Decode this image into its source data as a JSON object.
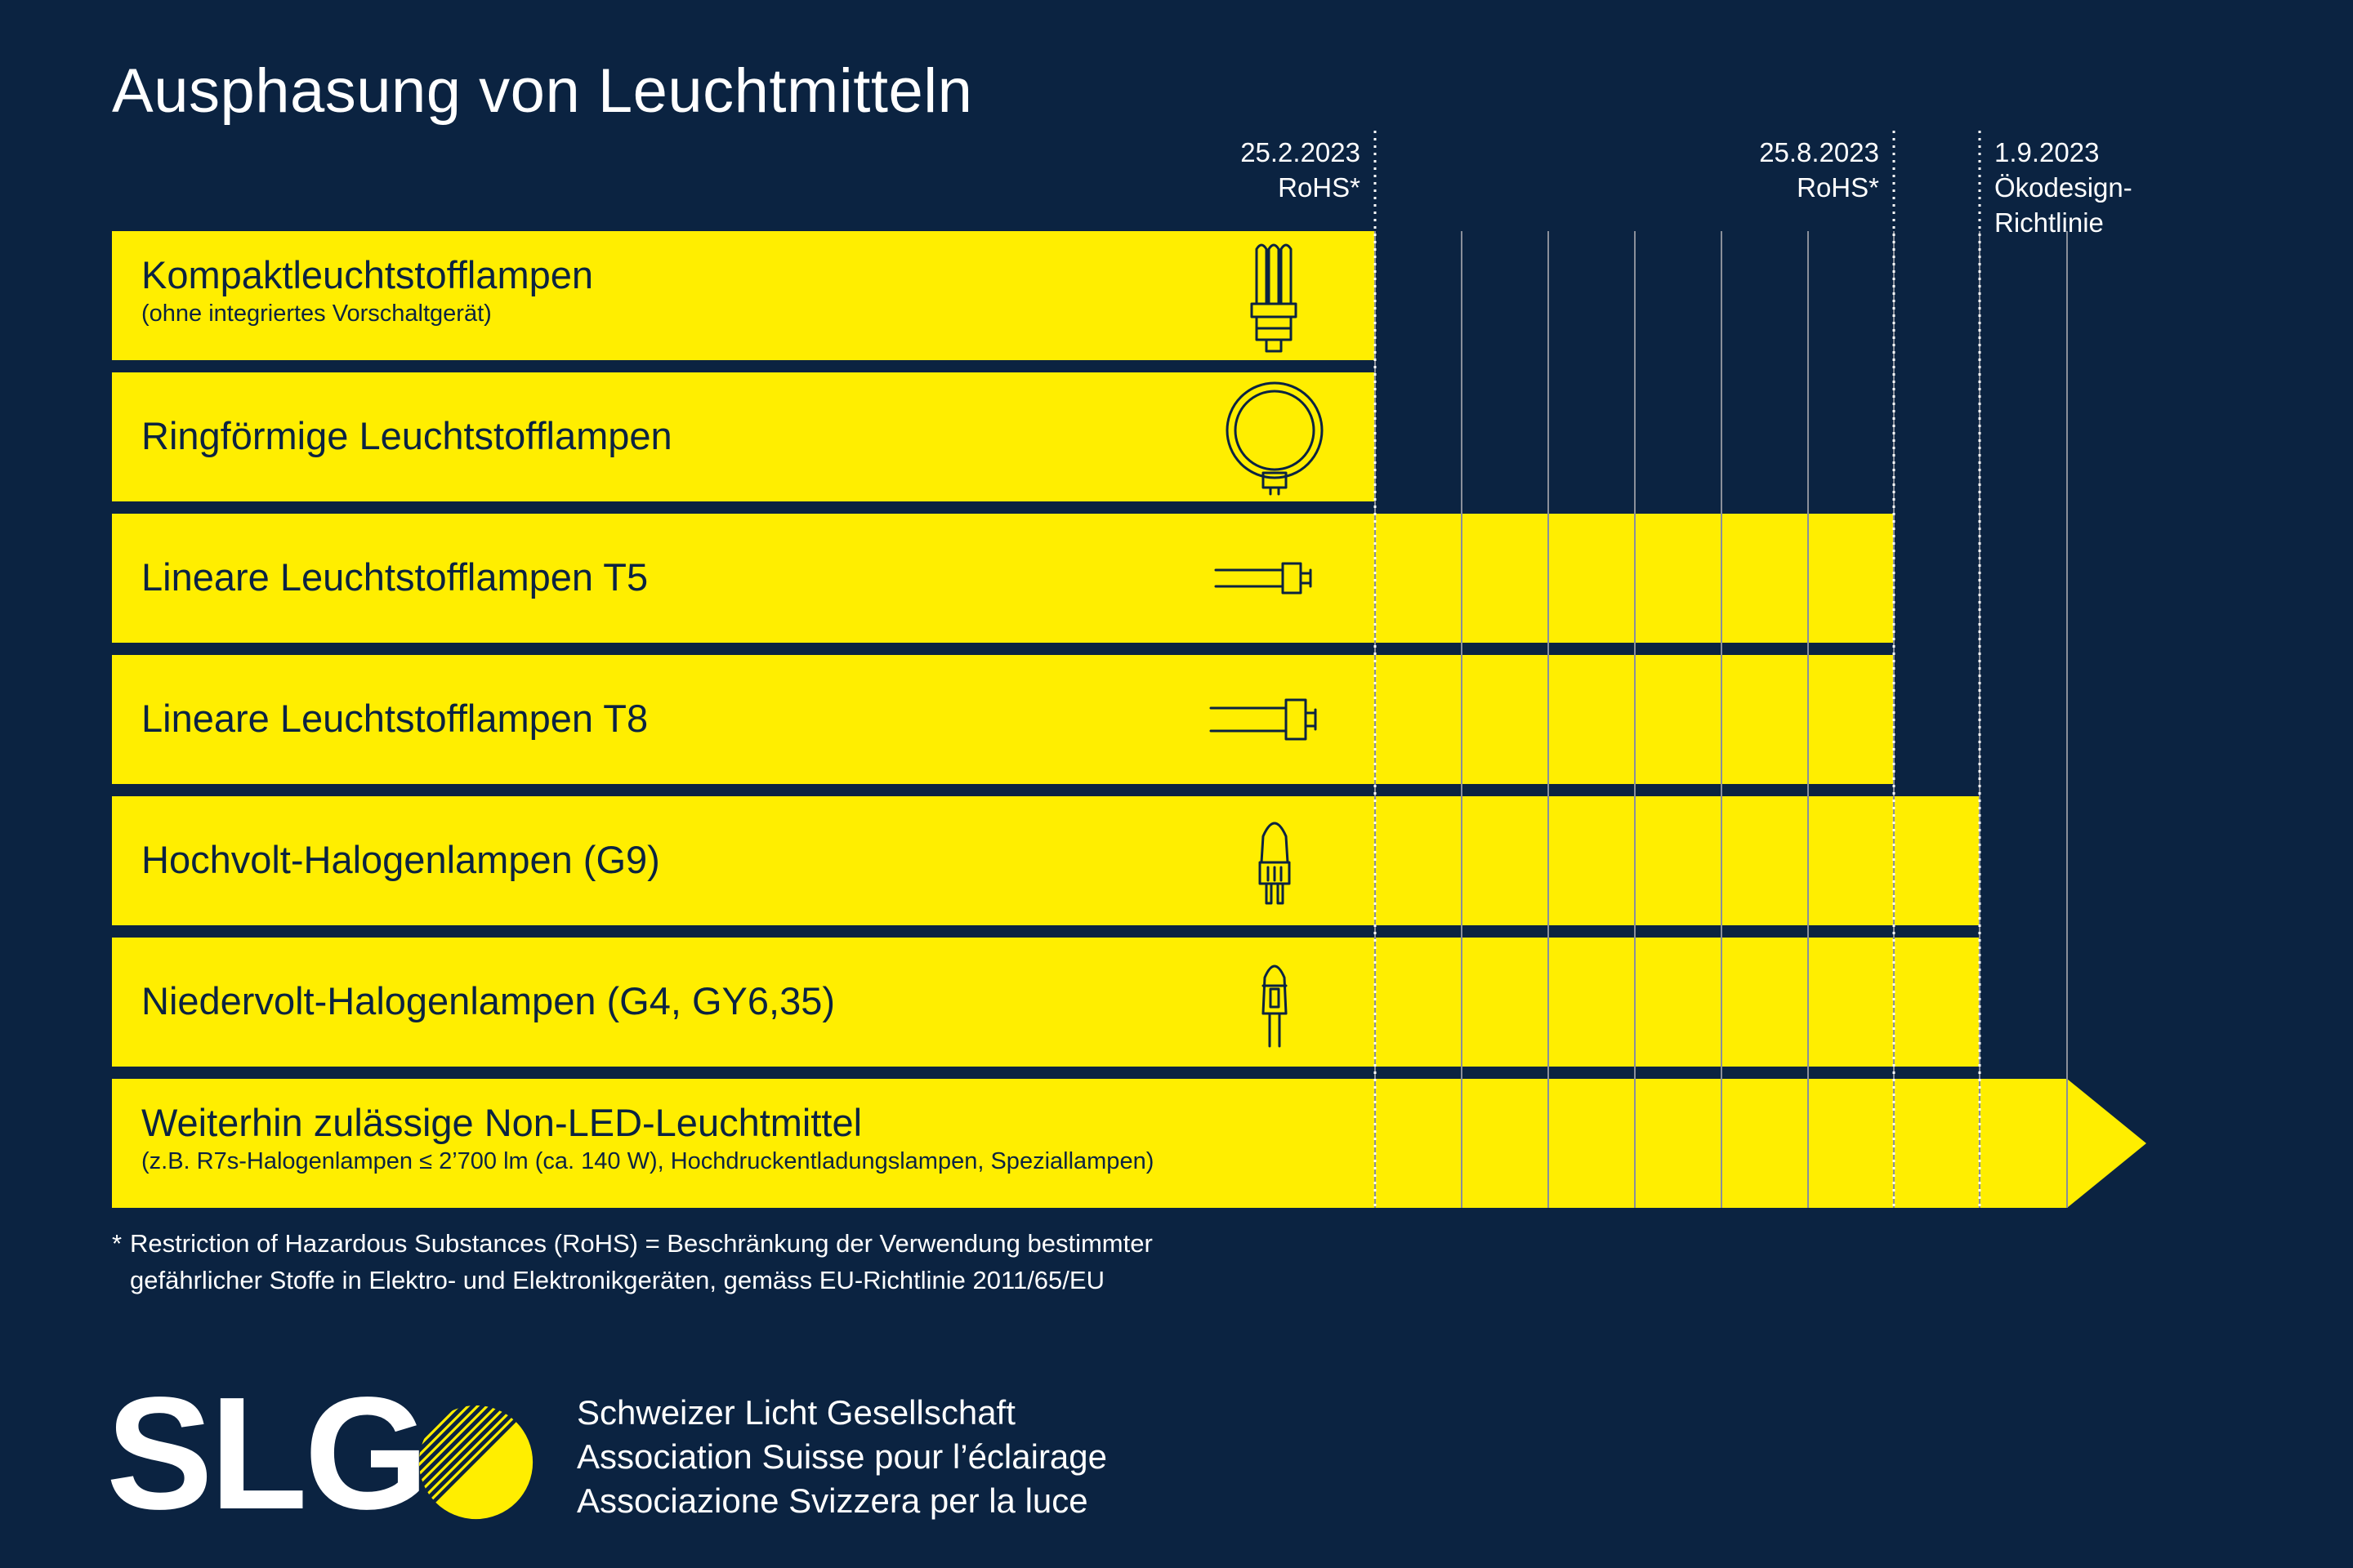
{
  "title": "Ausphasung von Leuchtmitteln",
  "colors": {
    "background": "#0b2341",
    "bar": "#ffee00",
    "bar_text": "#0b2341",
    "text": "#ffffff"
  },
  "milestones": [
    {
      "date": "25.2.2023",
      "label": "RoHS*"
    },
    {
      "date": "25.8.2023",
      "label": "RoHS*"
    },
    {
      "date": "1.9.2023",
      "label": "Ökodesign-\nRichtlinie"
    }
  ],
  "chart_data": {
    "type": "bar",
    "orientation": "horizontal",
    "title": "Ausphasung von Leuchtmitteln",
    "series": [
      {
        "name": "Kompaktleuchtstofflampen",
        "sublabel": "(ohne integriertes Vorschaltgerät)",
        "icon": "compact-fluorescent-lamp-icon",
        "end": "25.2.2023"
      },
      {
        "name": "Ringförmige Leuchtstofflampen",
        "sublabel": "",
        "icon": "ring-fluorescent-lamp-icon",
        "end": "25.2.2023"
      },
      {
        "name": "Lineare Leuchtstofflampen T5",
        "sublabel": "",
        "icon": "linear-tube-t5-icon",
        "end": "25.8.2023"
      },
      {
        "name": "Lineare Leuchtstofflampen T8",
        "sublabel": "",
        "icon": "linear-tube-t8-icon",
        "end": "25.8.2023"
      },
      {
        "name": "Hochvolt-Halogenlampen (G9)",
        "sublabel": "",
        "icon": "g9-halogen-lamp-icon",
        "end": "1.9.2023"
      },
      {
        "name": "Niedervolt-Halogenlampen (G4, GY6,35)",
        "sublabel": "",
        "icon": "g4-halogen-lamp-icon",
        "end": "1.9.2023"
      },
      {
        "name": "Weiterhin zulässige Non-LED-Leuchtmittel",
        "sublabel": "(z.B. R7s-Halogenlampen ≤ 2’700 lm (ca. 140 W), Hochdruckentladungslampen, Speziallampen)",
        "icon": "",
        "end": "weiterhin"
      }
    ]
  },
  "footnote": {
    "star": "*",
    "text_line1": "Restriction of Hazardous Substances (RoHS) = Beschränkung der Verwendung bestimmter",
    "text_line2": "gefährlicher Stoffe in Elektro- und Elektronikgeräten, gemäss EU-Richtlinie 2011/65/EU"
  },
  "logo": {
    "text": "SLG",
    "icon": "sun-logo-icon"
  },
  "organization": {
    "de": "Schweizer Licht Gesellschaft",
    "fr": "Association Suisse pour l’éclairage",
    "it": "Associazione Svizzera per la luce"
  }
}
